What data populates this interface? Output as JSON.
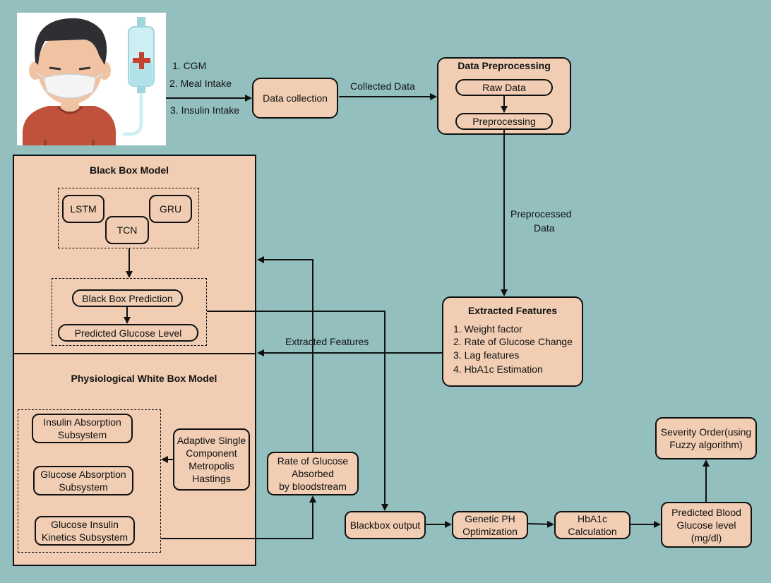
{
  "inputs": [
    "1. CGM",
    "2. Meal Intake",
    "3. Insulin Intake"
  ],
  "data_collection": "Data collection",
  "collected_data": "Collected Data",
  "preprocessing": {
    "title": "Data Preprocessing",
    "raw": "Raw Data",
    "step": "Preprocessing"
  },
  "preprocessed_data": [
    "Preprocessed",
    "Data"
  ],
  "extracted": {
    "title": "Extracted Features",
    "items": [
      "1.  Weight factor",
      "2. Rate of Glucose Change",
      "3. Lag features",
      "4. HbA1c Estimation"
    ],
    "arrow_label": "Extracted Features"
  },
  "black_box": {
    "title": "Black Box Model",
    "models": [
      "LSTM",
      "TCN",
      "GRU"
    ],
    "prediction": "Black Box Prediction",
    "predicted": "Predicted Glucose  Level"
  },
  "white_box": {
    "title": "Physiological White Box Model",
    "subsystems": [
      [
        "Insulin Absorption",
        "Subsystem"
      ],
      [
        "Glucose Absorption",
        "Subsystem"
      ],
      [
        "Glucose Insulin",
        "Kinetics Subsystem"
      ]
    ],
    "adaptive": [
      "Adaptive Single",
      "Component",
      "Metropolis",
      "Hastings"
    ]
  },
  "rate_absorbed": [
    "Rate of Glucose",
    "Absorbed",
    "by bloodstream"
  ],
  "pipeline": {
    "blackbox_output": "Blackbox output",
    "genetic": [
      "Genetic PH",
      "Optimization"
    ],
    "hba1c": [
      "HbA1c",
      "Calculation"
    ],
    "predicted_blood": [
      "Predicted Blood",
      "Glucose level",
      "(mg/dl)"
    ],
    "severity": [
      "Severity Order(using",
      "Fuzzy algorithm)"
    ]
  },
  "colors": {
    "background": "#93bfbf",
    "box_fill": "#f0cdb3",
    "stroke": "#111111"
  },
  "icons": [
    "patient-with-mask-icon",
    "iv-drip-bag-icon"
  ]
}
